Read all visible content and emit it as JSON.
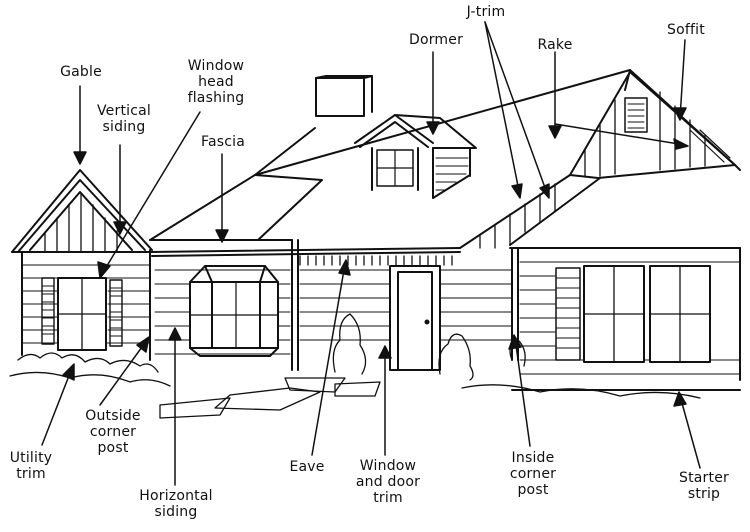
{
  "colors": {
    "ink": "#111111",
    "paper": "#ffffff"
  },
  "labels": {
    "gable": "Gable",
    "vertical_siding": "Vertical\nsiding",
    "window_head_flashing": "Window\nhead\nflashing",
    "fascia": "Fascia",
    "dormer": "Dormer",
    "j_trim": "J-trim",
    "rake": "Rake",
    "soffit": "Soffit",
    "utility_trim": "Utility\ntrim",
    "outside_corner_post": "Outside\ncorner\npost",
    "horizontal_siding": "Horizontal\nsiding",
    "eave": "Eave",
    "window_and_door_trim": "Window\nand door\ntrim",
    "inside_corner_post": "Inside\ncorner\npost",
    "starter_strip": "Starter\nstrip"
  }
}
